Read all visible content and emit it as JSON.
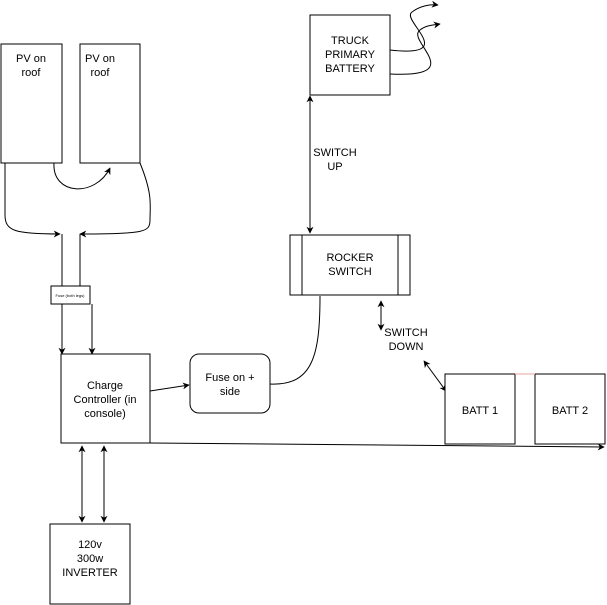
{
  "diagram": {
    "pv1": {
      "line1": "PV on",
      "line2": "roof"
    },
    "pv2": {
      "line1": "PV on",
      "line2": "roof"
    },
    "truck_battery": {
      "line1": "TRUCK",
      "line2": "PRIMARY",
      "line3": "BATTERY"
    },
    "switch_up": {
      "line1": "SWITCH",
      "line2": "UP"
    },
    "rocker_switch": {
      "line1": "ROCKER",
      "line2": "SWITCH"
    },
    "inline_fuse": {
      "label": "Fuse (both legs)"
    },
    "switch_down": {
      "line1": "SWITCH",
      "line2": "DOWN"
    },
    "charge_controller": {
      "line1": "Charge",
      "line2": "Controller (in",
      "line3": "console)"
    },
    "fuse_positive": {
      "line1": "Fuse on +",
      "line2": "side"
    },
    "batt1": {
      "label": "BATT 1"
    },
    "batt2": {
      "label": "BATT 2"
    },
    "inverter": {
      "line1": "120v",
      "line2": "300w",
      "line3": "INVERTER"
    }
  }
}
